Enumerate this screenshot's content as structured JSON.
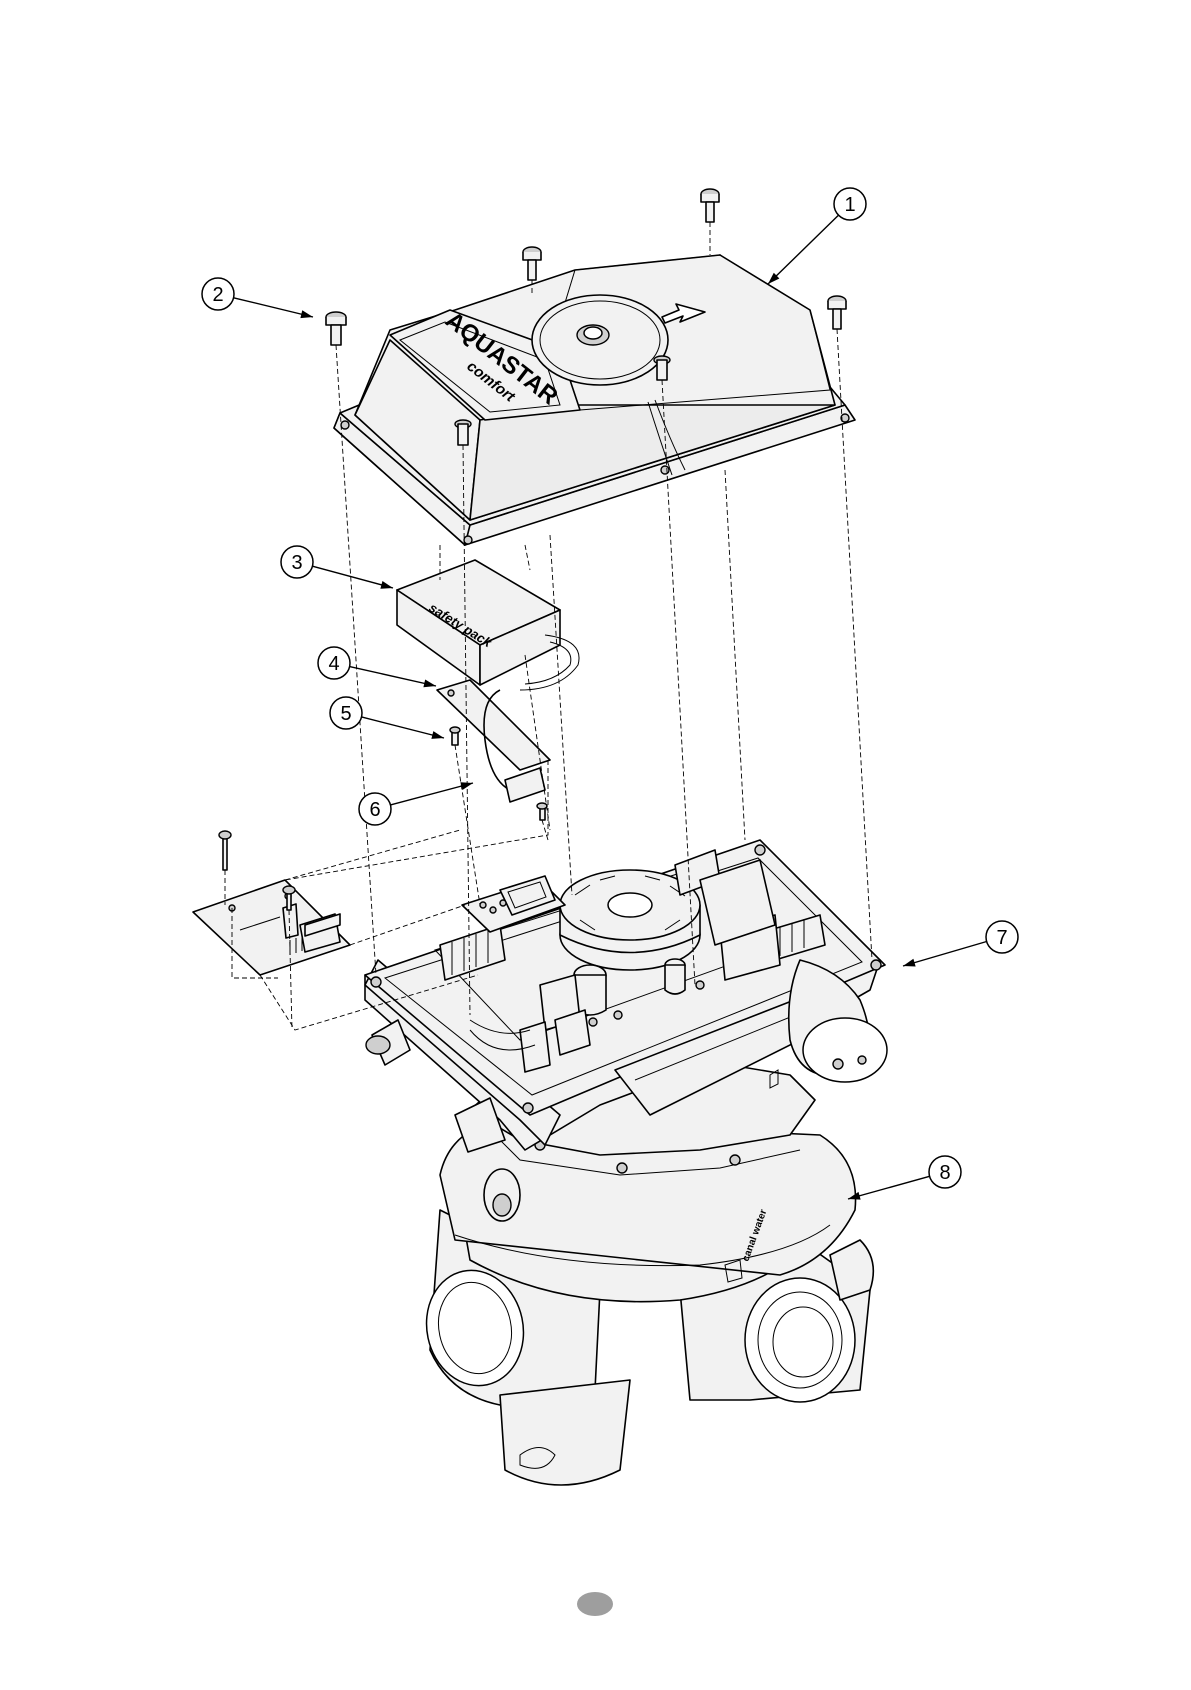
{
  "diagram": {
    "brand_text": "AQUASTAR",
    "model_text": "comfort",
    "module_text": "safety pack",
    "valve_text": "canal water",
    "callouts": [
      {
        "id": "callout-1",
        "label": "1"
      },
      {
        "id": "callout-2",
        "label": "2"
      },
      {
        "id": "callout-3",
        "label": "3"
      },
      {
        "id": "callout-4",
        "label": "4"
      },
      {
        "id": "callout-5",
        "label": "5"
      },
      {
        "id": "callout-6",
        "label": "6"
      },
      {
        "id": "callout-7",
        "label": "7"
      },
      {
        "id": "callout-8",
        "label": "8"
      }
    ]
  },
  "page_marker_color": "#9e9e9e"
}
